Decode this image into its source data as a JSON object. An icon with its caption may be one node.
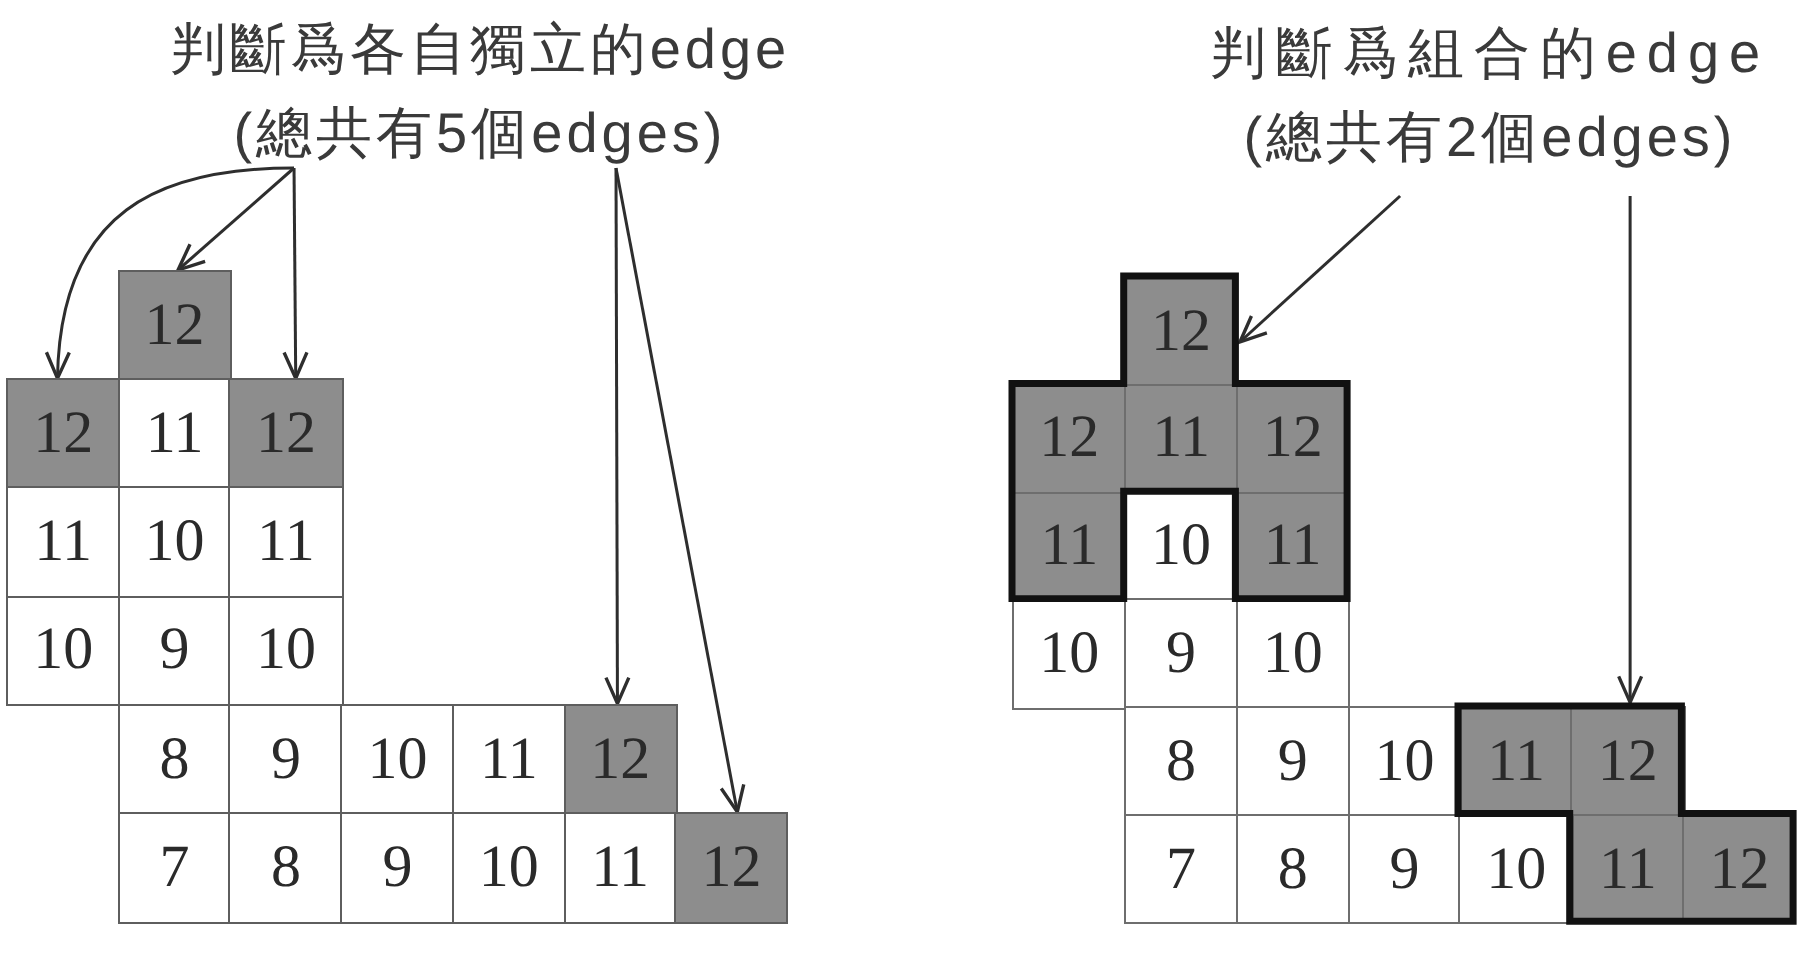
{
  "diagram": {
    "nodes": [
      {
        "text": [
          "判斷爲各自獨立的edge",
          "(總共有5個edges)"
        ]
      },
      {
        "text": [
          "判斷爲組合的edge",
          "(總共有2個edges)"
        ]
      },
      {
        "text": [
          "12"
        ]
      },
      {
        "text": [
          "12"
        ]
      },
      {
        "text": [
          "11"
        ]
      },
      {
        "text": [
          "12"
        ]
      },
      {
        "text": [
          "11"
        ]
      },
      {
        "text": [
          "10"
        ]
      },
      {
        "text": [
          "11"
        ]
      },
      {
        "text": [
          "10"
        ]
      },
      {
        "text": [
          "9"
        ]
      },
      {
        "text": [
          "10"
        ]
      },
      {
        "text": [
          "8"
        ]
      },
      {
        "text": [
          "9"
        ]
      },
      {
        "text": [
          "10"
        ]
      },
      {
        "text": [
          "11"
        ]
      },
      {
        "text": [
          "12"
        ]
      },
      {
        "text": [
          "7"
        ]
      },
      {
        "text": [
          "8"
        ]
      },
      {
        "text": [
          "9"
        ]
      },
      {
        "text": [
          "10"
        ]
      },
      {
        "text": [
          "11"
        ]
      },
      {
        "text": [
          "12"
        ]
      },
      {
        "text": [],
        "shape": "polygon"
      },
      {
        "text": [],
        "shape": "polygon"
      },
      {
        "text": [
          "12"
        ],
        "in": 23
      },
      {
        "text": [
          "12"
        ],
        "in": 23
      },
      {
        "text": [
          "11"
        ],
        "in": 23
      },
      {
        "text": [
          "12"
        ],
        "in": 23
      },
      {
        "text": [
          "11"
        ],
        "in": 23
      },
      {
        "text": [
          "10"
        ]
      },
      {
        "text": [
          "11"
        ],
        "in": 23
      },
      {
        "text": [
          "10"
        ]
      },
      {
        "text": [
          "9"
        ]
      },
      {
        "text": [
          "10"
        ]
      },
      {
        "text": [
          "8"
        ]
      },
      {
        "text": [
          "9"
        ]
      },
      {
        "text": [
          "10"
        ]
      },
      {
        "text": [
          "11"
        ],
        "in": 24
      },
      {
        "text": [
          "12"
        ],
        "in": 24
      },
      {
        "text": [
          "7"
        ]
      },
      {
        "text": [
          "8"
        ]
      },
      {
        "text": [
          "9"
        ]
      },
      {
        "text": [
          "10"
        ]
      },
      {
        "text": [
          "11"
        ],
        "in": 24
      },
      {
        "text": [
          "12"
        ],
        "in": 24
      }
    ],
    "edges": [
      {
        "from": 0,
        "to": 3,
        "arrow": "to"
      },
      {
        "from": 0,
        "to": 2,
        "arrow": "to"
      },
      {
        "from": 0,
        "to": 5,
        "arrow": "to"
      },
      {
        "from": 0,
        "to": 16,
        "arrow": "to"
      },
      {
        "from": 0,
        "to": 22,
        "arrow": "to"
      },
      {
        "from": 1,
        "to": 23,
        "arrow": "to"
      },
      {
        "from": 1,
        "to": 24,
        "arrow": "to"
      }
    ]
  }
}
